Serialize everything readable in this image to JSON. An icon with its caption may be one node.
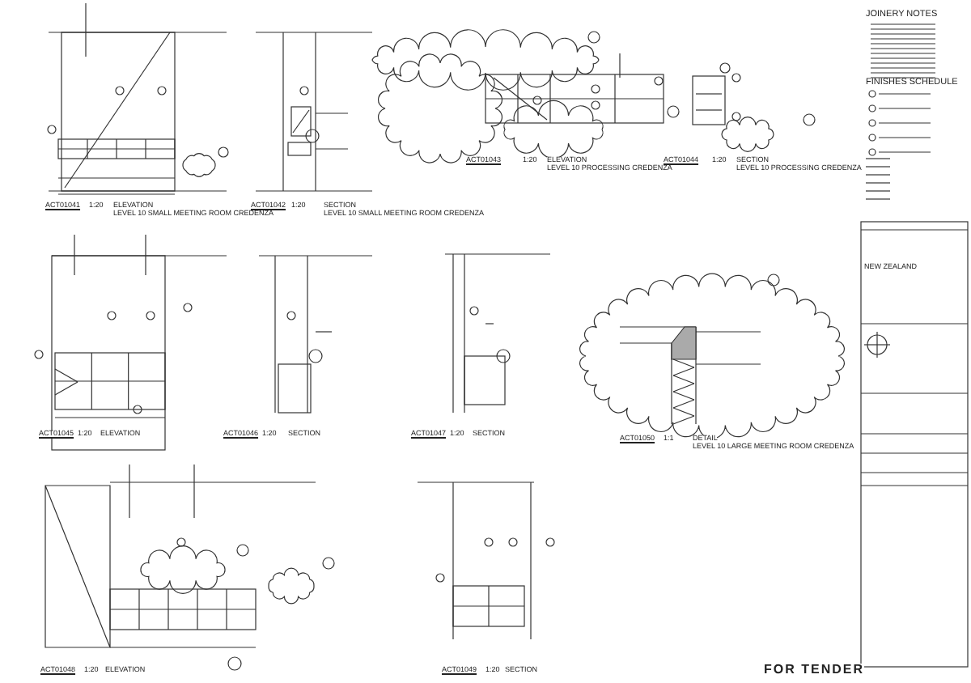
{
  "diagram": {
    "labels": [
      "ACT01041",
      "1:20",
      "ELEVATION",
      "LEVEL 10 SMALL MEETING ROOM CREDENZA",
      "ACT01042",
      "1:20",
      "SECTION",
      "LEVEL 10 SMALL MEETING ROOM CREDENZA",
      "ACT01043",
      "1:20",
      "ELEVATION",
      "LEVEL 10 PROCESSING CREDENZA",
      "ACT01044",
      "1:20",
      "SECTION",
      "LEVEL 10 PROCESSING CREDENZA",
      "JOINERY NOTES",
      "FINISHES SCHEDULE",
      "ACT01045",
      "1:20",
      "ELEVATION",
      "ACT01046",
      "1:20",
      "SECTION",
      "ACT01047",
      "1:20",
      "SECTION",
      "ACT01050",
      "1:1",
      "DETAIL",
      "LEVEL 10 LARGE MEETING ROOM CREDENZA",
      "NEW ZEALAND",
      "ACT01048",
      "1:20",
      "ELEVATION",
      "ACT01049",
      "1:20",
      "SECTION",
      "FOR TENDER"
    ]
  }
}
